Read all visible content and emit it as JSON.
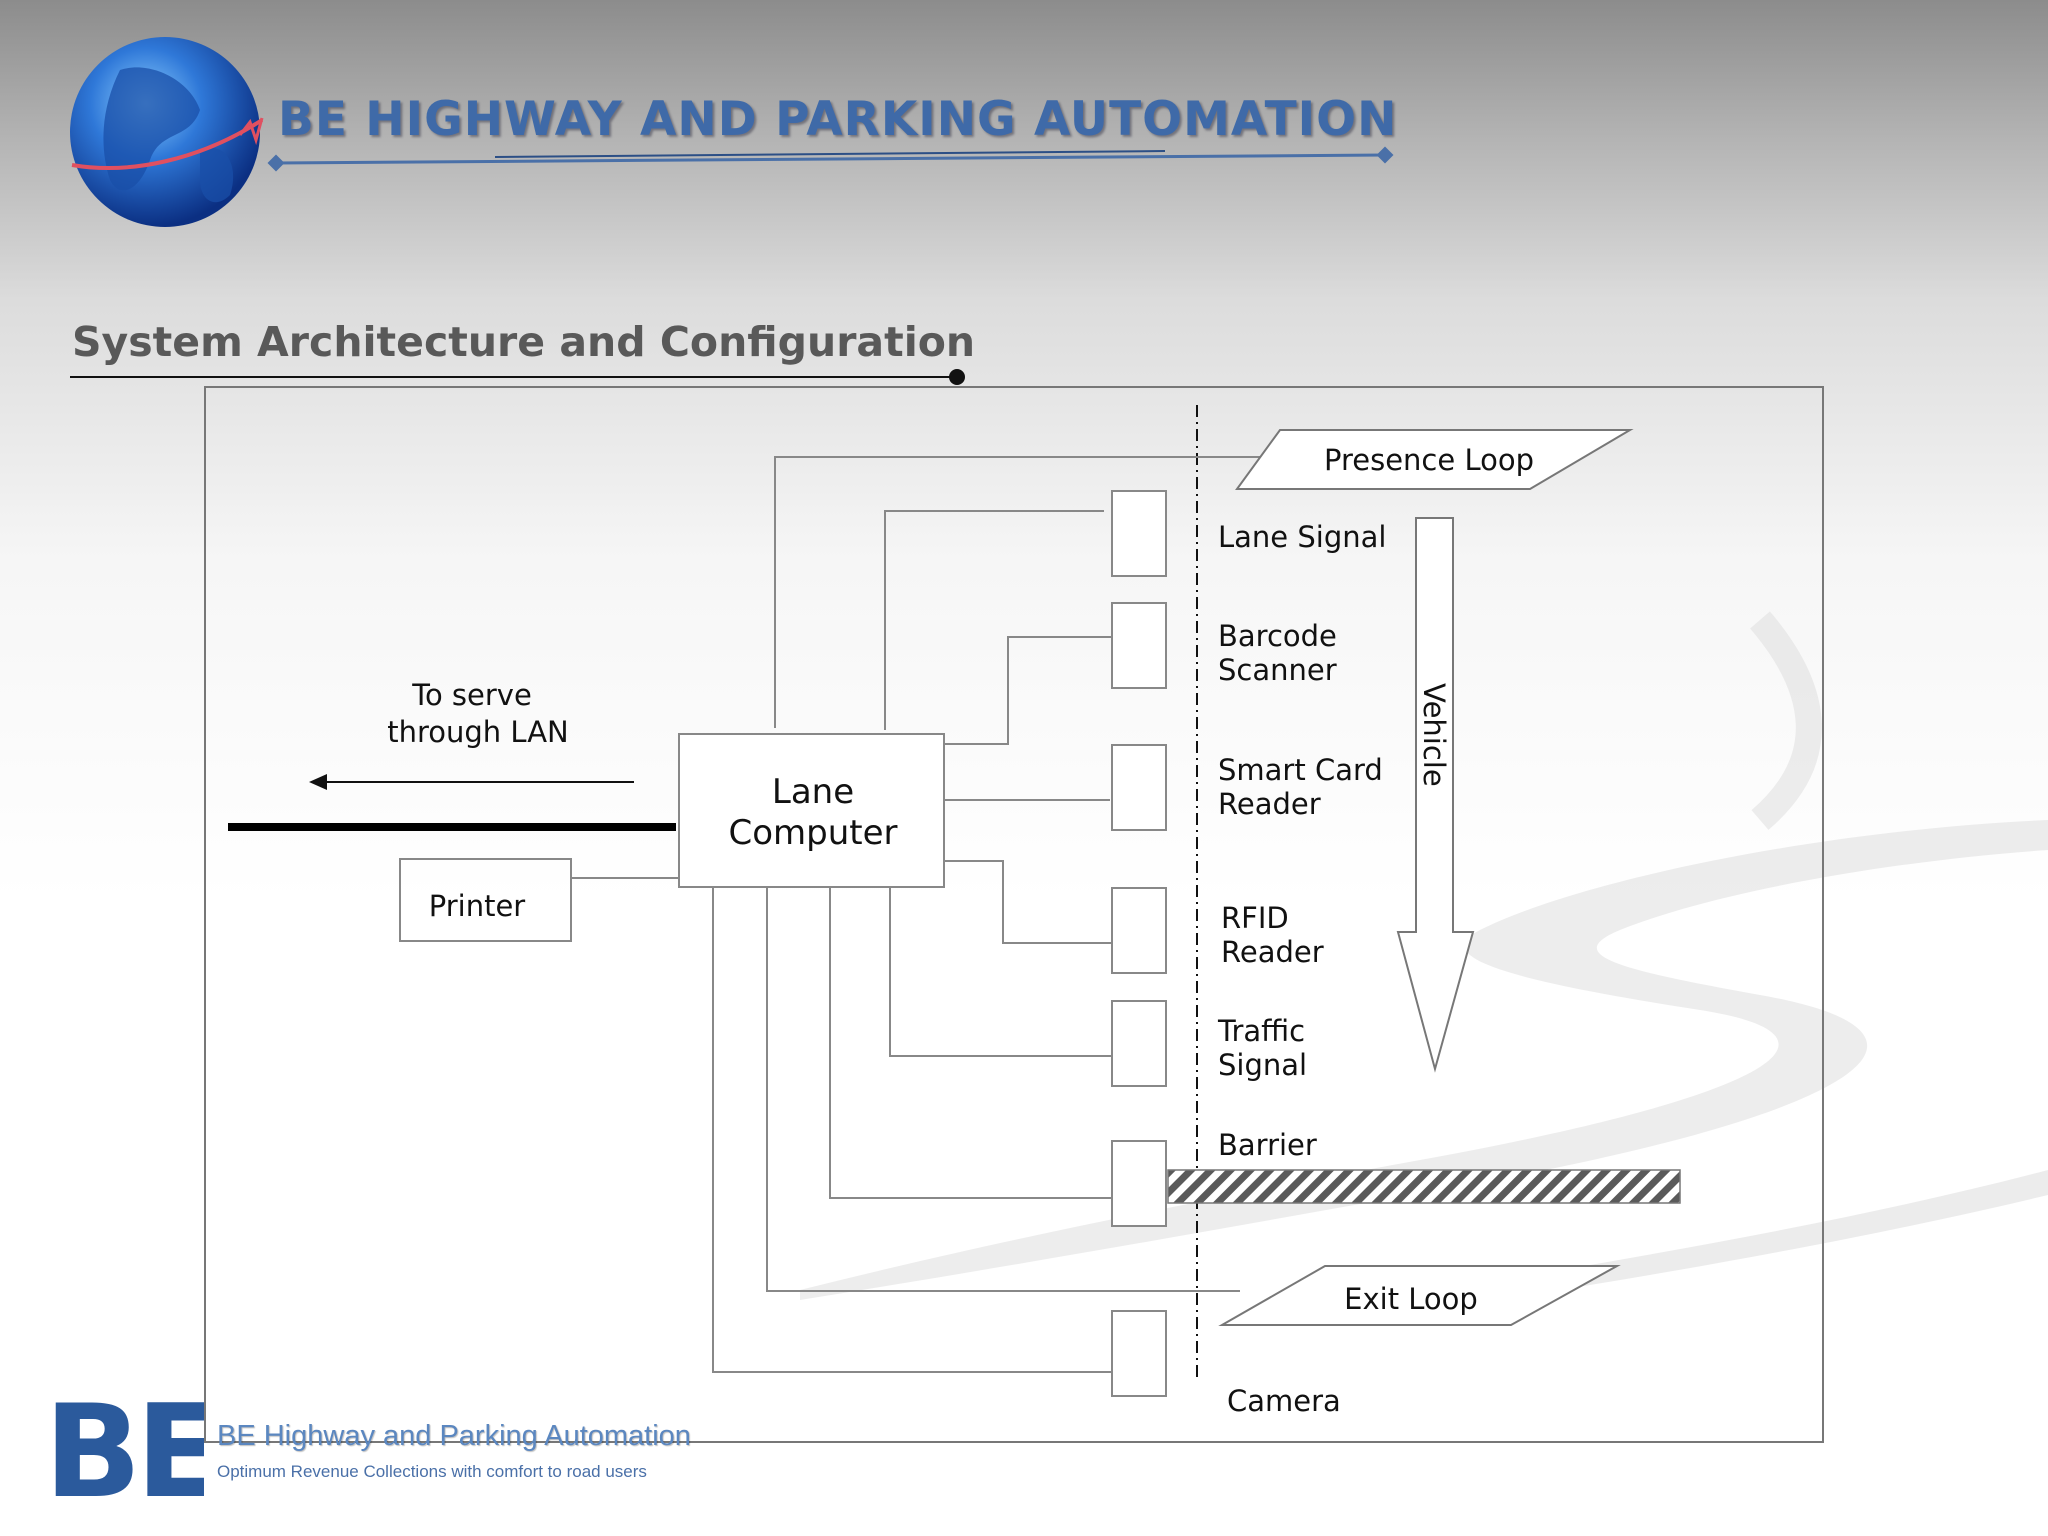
{
  "header": {
    "brand_title": "BE HIGHWAY AND PARKING AUTOMATION",
    "section_title": "System Architecture and Configuration"
  },
  "diagram": {
    "lan_label_line1": "To serve",
    "lan_label_line2": "through LAN",
    "lane_computer_line1": "Lane",
    "lane_computer_line2": "Computer",
    "printer": "Printer",
    "presence_loop": "Presence Loop",
    "exit_loop": "Exit Loop",
    "vehicle": "Vehicle",
    "devices": {
      "lane_signal": [
        "Lane Signal"
      ],
      "barcode_scanner": [
        "Barcode",
        "Scanner"
      ],
      "smart_card_reader": [
        "Smart Card",
        "Reader"
      ],
      "rfid_reader": [
        "RFID",
        "Reader"
      ],
      "traffic_signal": [
        "Traffic",
        "Signal"
      ],
      "barrier": [
        "Barrier"
      ],
      "camera": [
        "Camera"
      ]
    }
  },
  "footer": {
    "logo_text": "BE",
    "company_name": "BE Highway and Parking Automation",
    "tagline": "Optimum Revenue Collections with comfort to road users"
  },
  "colors": {
    "brand_blue": "#3f6aa8",
    "footer_blue": "#2b5a9c",
    "diagram_line": "#888888"
  }
}
